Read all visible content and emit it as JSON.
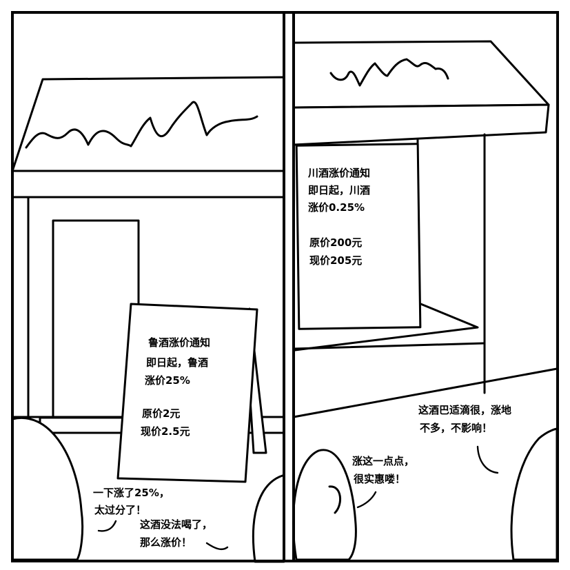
{
  "left_panel": {
    "sign": {
      "lines": [
        "鲁酒涨价通知",
        "即日起，鲁酒",
        "涨价25%",
        "",
        "原价2元",
        "现价2.5元"
      ]
    },
    "bubble_a": {
      "lines": [
        "一下涨了25%，",
        "太过分了！"
      ]
    },
    "bubble_b": {
      "lines": [
        "这酒没法喝了，",
        "那么涨价！"
      ]
    }
  },
  "right_panel": {
    "sign": {
      "lines": [
        "川酒涨价通知",
        "即日起，川酒",
        "涨价0.25%",
        "",
        "原价200元",
        "现价205元"
      ]
    },
    "bubble_a": {
      "lines": [
        "这酒巴适滴很，涨地",
        "不多，不影响！"
      ]
    },
    "bubble_b": {
      "lines": [
        "涨这一点点，",
        "很实惠喽！"
      ]
    }
  }
}
